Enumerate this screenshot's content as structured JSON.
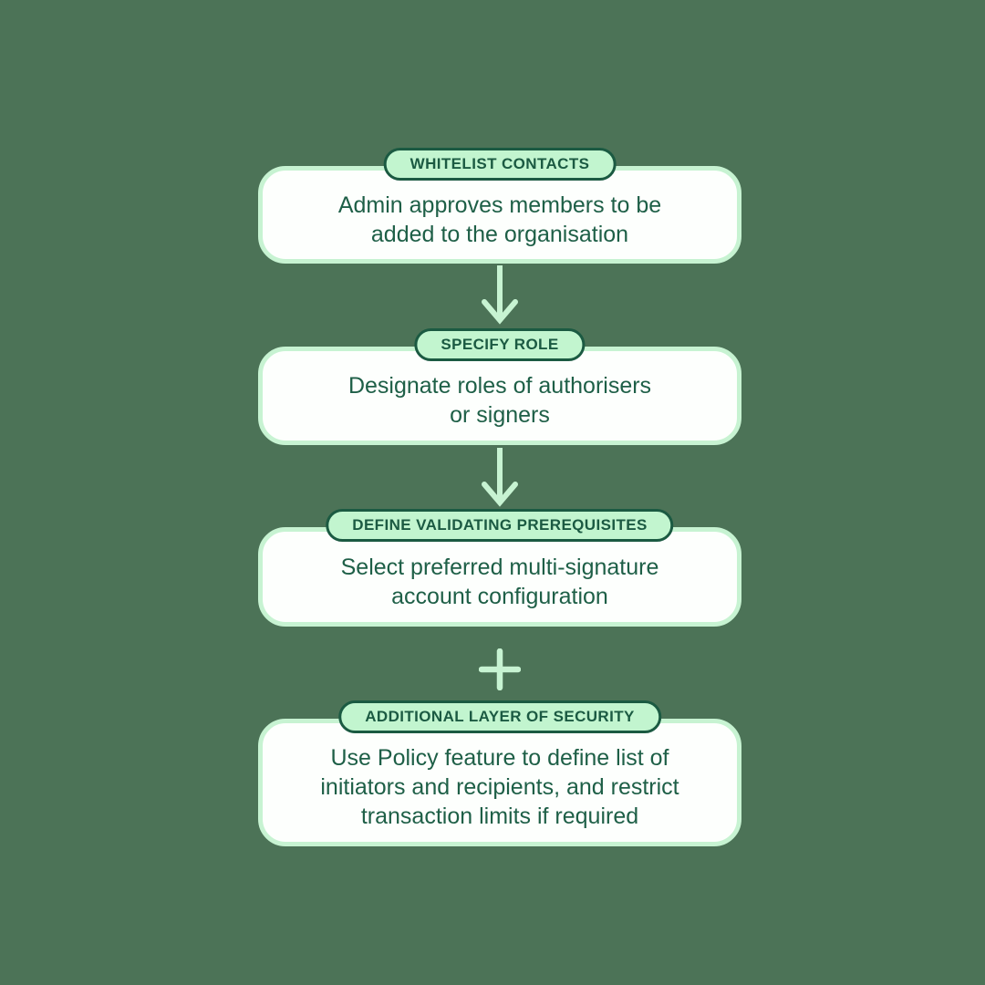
{
  "diagram": {
    "kind": "vertical-flowchart",
    "steps": [
      {
        "badge": "WHITELIST CONTACTS",
        "text": "Admin approves members to be\nadded to the organisation"
      },
      {
        "badge": "SPECIFY ROLE",
        "text": "Designate roles of authorisers\nor signers"
      },
      {
        "badge": "DEFINE VALIDATING PREREQUISITES",
        "text": "Select preferred multi-signature\naccount configuration"
      },
      {
        "badge": "ADDITIONAL LAYER OF SECURITY",
        "text": "Use Policy feature to define list of\ninitiators and recipients, and restrict\ntransaction limits if required"
      }
    ],
    "connectors": [
      {
        "between": [
          "steps.0",
          "steps.1"
        ],
        "icon": "arrow-down-icon"
      },
      {
        "between": [
          "steps.1",
          "steps.2"
        ],
        "icon": "arrow-down-icon"
      },
      {
        "between": [
          "steps.2",
          "steps.3"
        ],
        "icon": "plus-icon"
      }
    ]
  },
  "colors": {
    "background": "#4c7357",
    "card_fill": "#fdfffd",
    "card_border_mint": "#c7f3d2",
    "badge_fill": "#c2f5cf",
    "badge_border_dark_green": "#1b5a42",
    "body_text_green": "#1e5f47",
    "connector_mint": "#c7f3d2"
  }
}
